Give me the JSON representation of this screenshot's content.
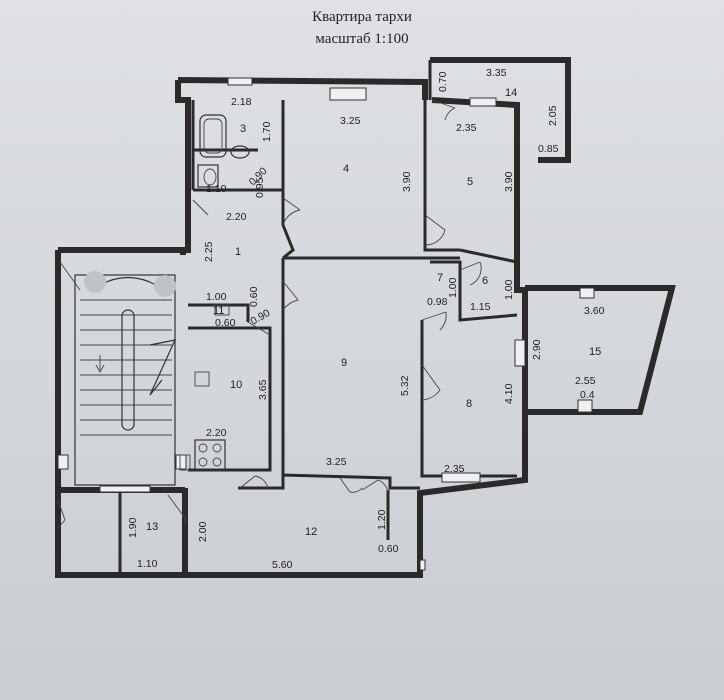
{
  "title": {
    "line1": "Квартира тархи",
    "line2": "масштаб 1:100"
  },
  "rooms": [
    {
      "id": "room-1",
      "number": "1"
    },
    {
      "id": "room-3",
      "number": "3"
    },
    {
      "id": "room-4",
      "number": "4"
    },
    {
      "id": "room-5",
      "number": "5"
    },
    {
      "id": "room-6",
      "number": "6"
    },
    {
      "id": "room-7",
      "number": "7"
    },
    {
      "id": "room-8",
      "number": "8"
    },
    {
      "id": "room-9",
      "number": "9"
    },
    {
      "id": "room-10",
      "number": "10"
    },
    {
      "id": "room-11",
      "number": "11"
    },
    {
      "id": "room-12",
      "number": "12"
    },
    {
      "id": "room-13",
      "number": "13"
    },
    {
      "id": "room-14",
      "number": "14"
    },
    {
      "id": "room-15",
      "number": "15"
    }
  ],
  "dims": {
    "d218": "2.18",
    "d170": "1.70",
    "d090": "0.90",
    "d095": "0.95",
    "d110a": "1.10",
    "d220a": "2.20",
    "d225": "2.25",
    "d325a": "3.25",
    "d390a": "3.90",
    "d235a": "2.35",
    "d390b": "3.90",
    "d070": "0.70",
    "d335": "3.35",
    "d205": "2.05",
    "d085": "0.85",
    "d100a": "1.00",
    "d100b": "1.00",
    "d098": "0.98",
    "d115": "1.15",
    "d100c": "1.00",
    "d060a": "0.60",
    "d060b": "0.60",
    "d090b": "0.90",
    "d365": "3.65",
    "d532": "5.32",
    "d220b": "2.20",
    "d325b": "3.25",
    "d410": "4.10",
    "d235b": "2.35",
    "d290": "2.90",
    "d360": "3.60",
    "d255": "2.55",
    "d04": "0.4",
    "d200": "2.00",
    "d120": "1.20",
    "d060c": "0.60",
    "d560": "5.60",
    "d190": "1.90",
    "d110b": "1.10"
  }
}
